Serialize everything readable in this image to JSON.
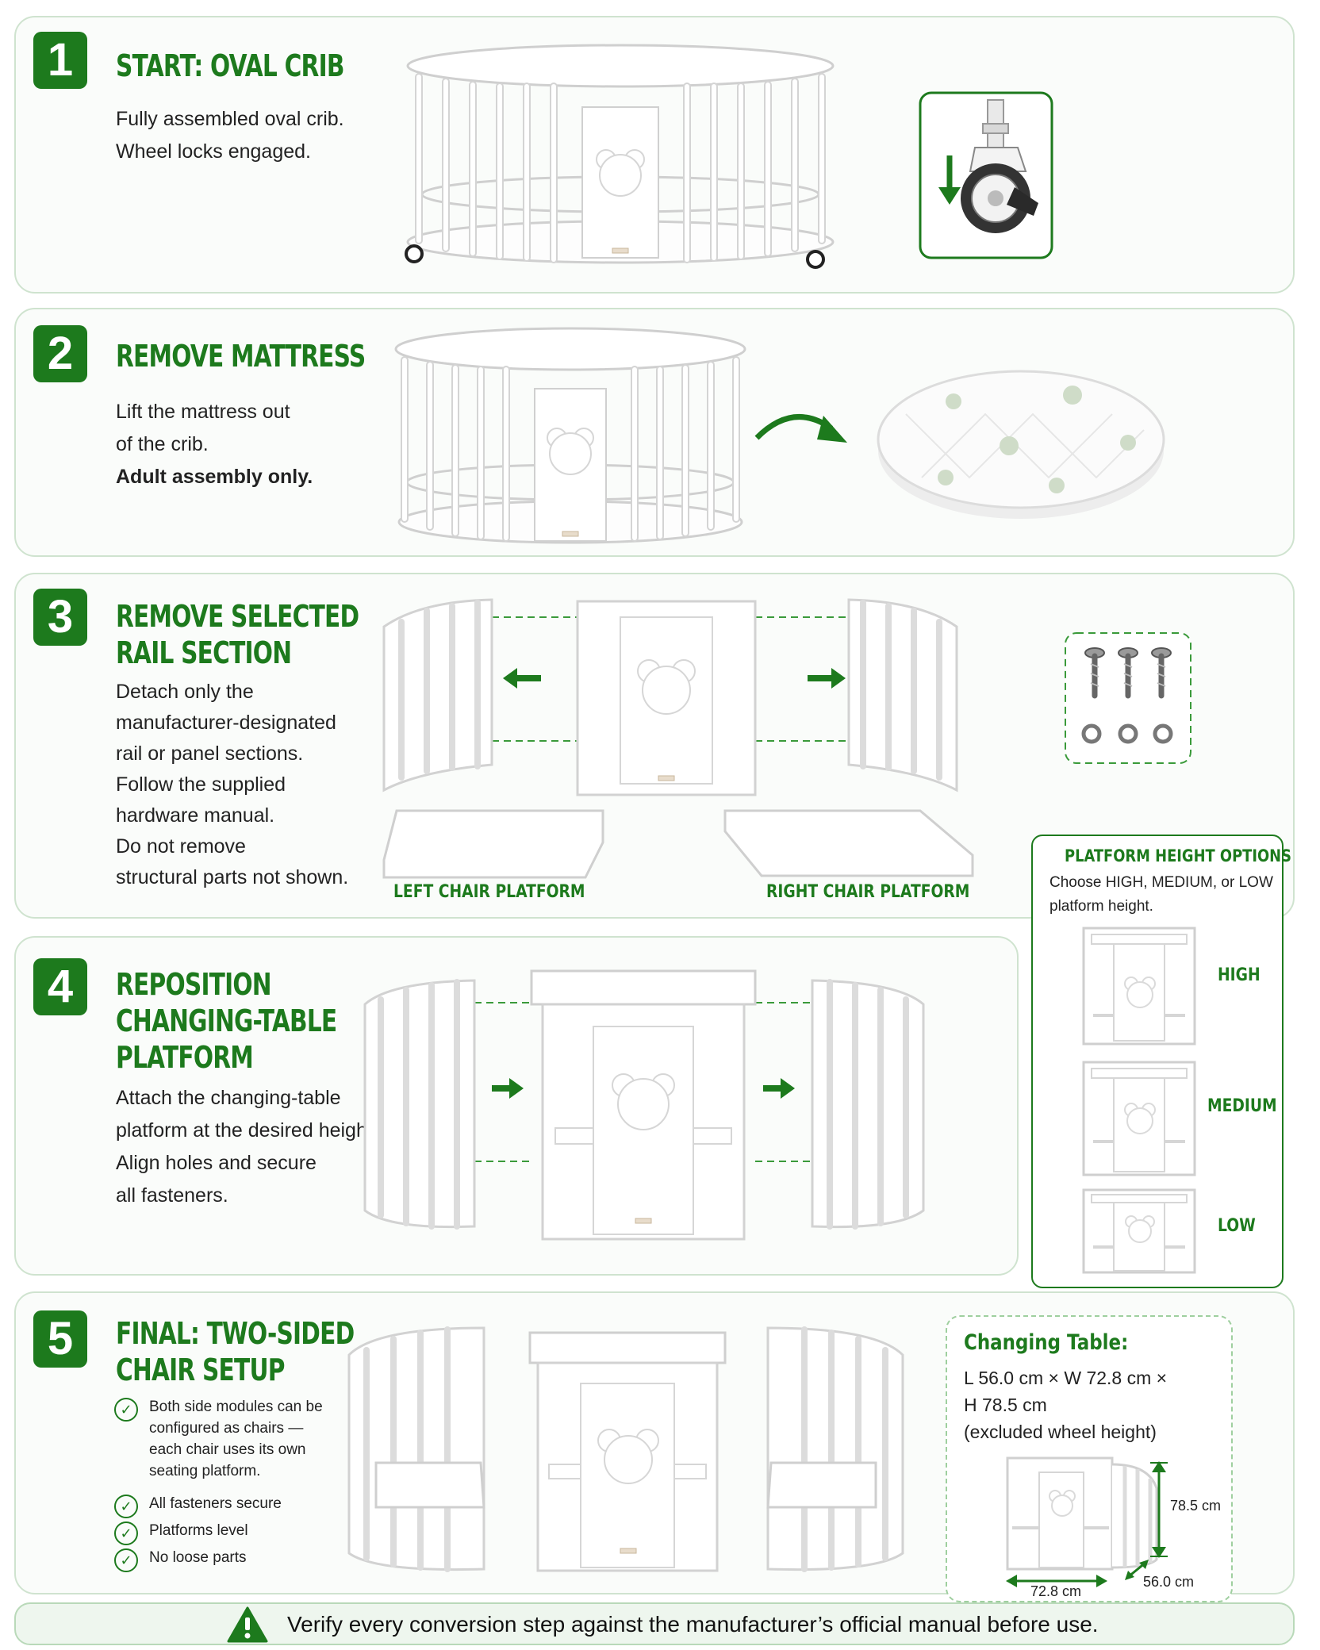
{
  "steps": [
    {
      "number": "1",
      "title": "START: OVAL CRIB",
      "lines": [
        "Fully assembled oval crib.",
        "Wheel locks engaged."
      ]
    },
    {
      "number": "2",
      "title": "REMOVE MATTRESS",
      "lines": [
        "Lift the mattress out",
        "of the crib."
      ],
      "bold_line": "Adult assembly only."
    },
    {
      "number": "3",
      "title_lines": [
        "REMOVE SELECTED",
        "RAIL SECTION"
      ],
      "lines": [
        "Detach only the",
        "manufacturer-designated",
        "rail or panel sections.",
        "Follow the supplied",
        "hardware manual.",
        "Do not remove",
        "structural parts not shown."
      ],
      "left_platform_label": "LEFT CHAIR PLATFORM",
      "right_platform_label": "RIGHT CHAIR PLATFORM"
    },
    {
      "number": "4",
      "title_lines": [
        "REPOSITION",
        "CHANGING-TABLE",
        "PLATFORM"
      ],
      "lines": [
        "Attach the changing-table",
        "platform at the desired height.",
        "Align holes and secure",
        "all fasteners."
      ]
    },
    {
      "number": "5",
      "title_lines": [
        "FINAL: TWO-SIDED",
        "CHAIR SETUP"
      ],
      "checklist": [
        [
          "Both side modules can be",
          "configured as chairs —",
          "each chair uses its own",
          "seating platform."
        ],
        [
          "All fasteners secure"
        ],
        [
          "Platforms level"
        ],
        [
          "No loose parts"
        ]
      ]
    }
  ],
  "height_options": {
    "title": "PLATFORM HEIGHT OPTIONS",
    "description_lines": [
      "Choose HIGH, MEDIUM, or LOW",
      "platform height."
    ],
    "options": [
      "HIGH",
      "MEDIUM",
      "LOW"
    ]
  },
  "dimensions": {
    "title": "Changing Table:",
    "lines": [
      "L 56.0 cm × W 72.8 cm ×",
      "H 78.5 cm",
      "(excluded wheel height)"
    ],
    "height_label": "78.5 cm",
    "width_label": "72.8 cm",
    "depth_label": "56.0 cm"
  },
  "footer": {
    "text": "Verify every conversion step against the manufacturer’s official manual before use."
  },
  "colors": {
    "accent": "#1d7a1d",
    "card_border": "#cfe3cf",
    "dashed": "#4aa04a"
  }
}
